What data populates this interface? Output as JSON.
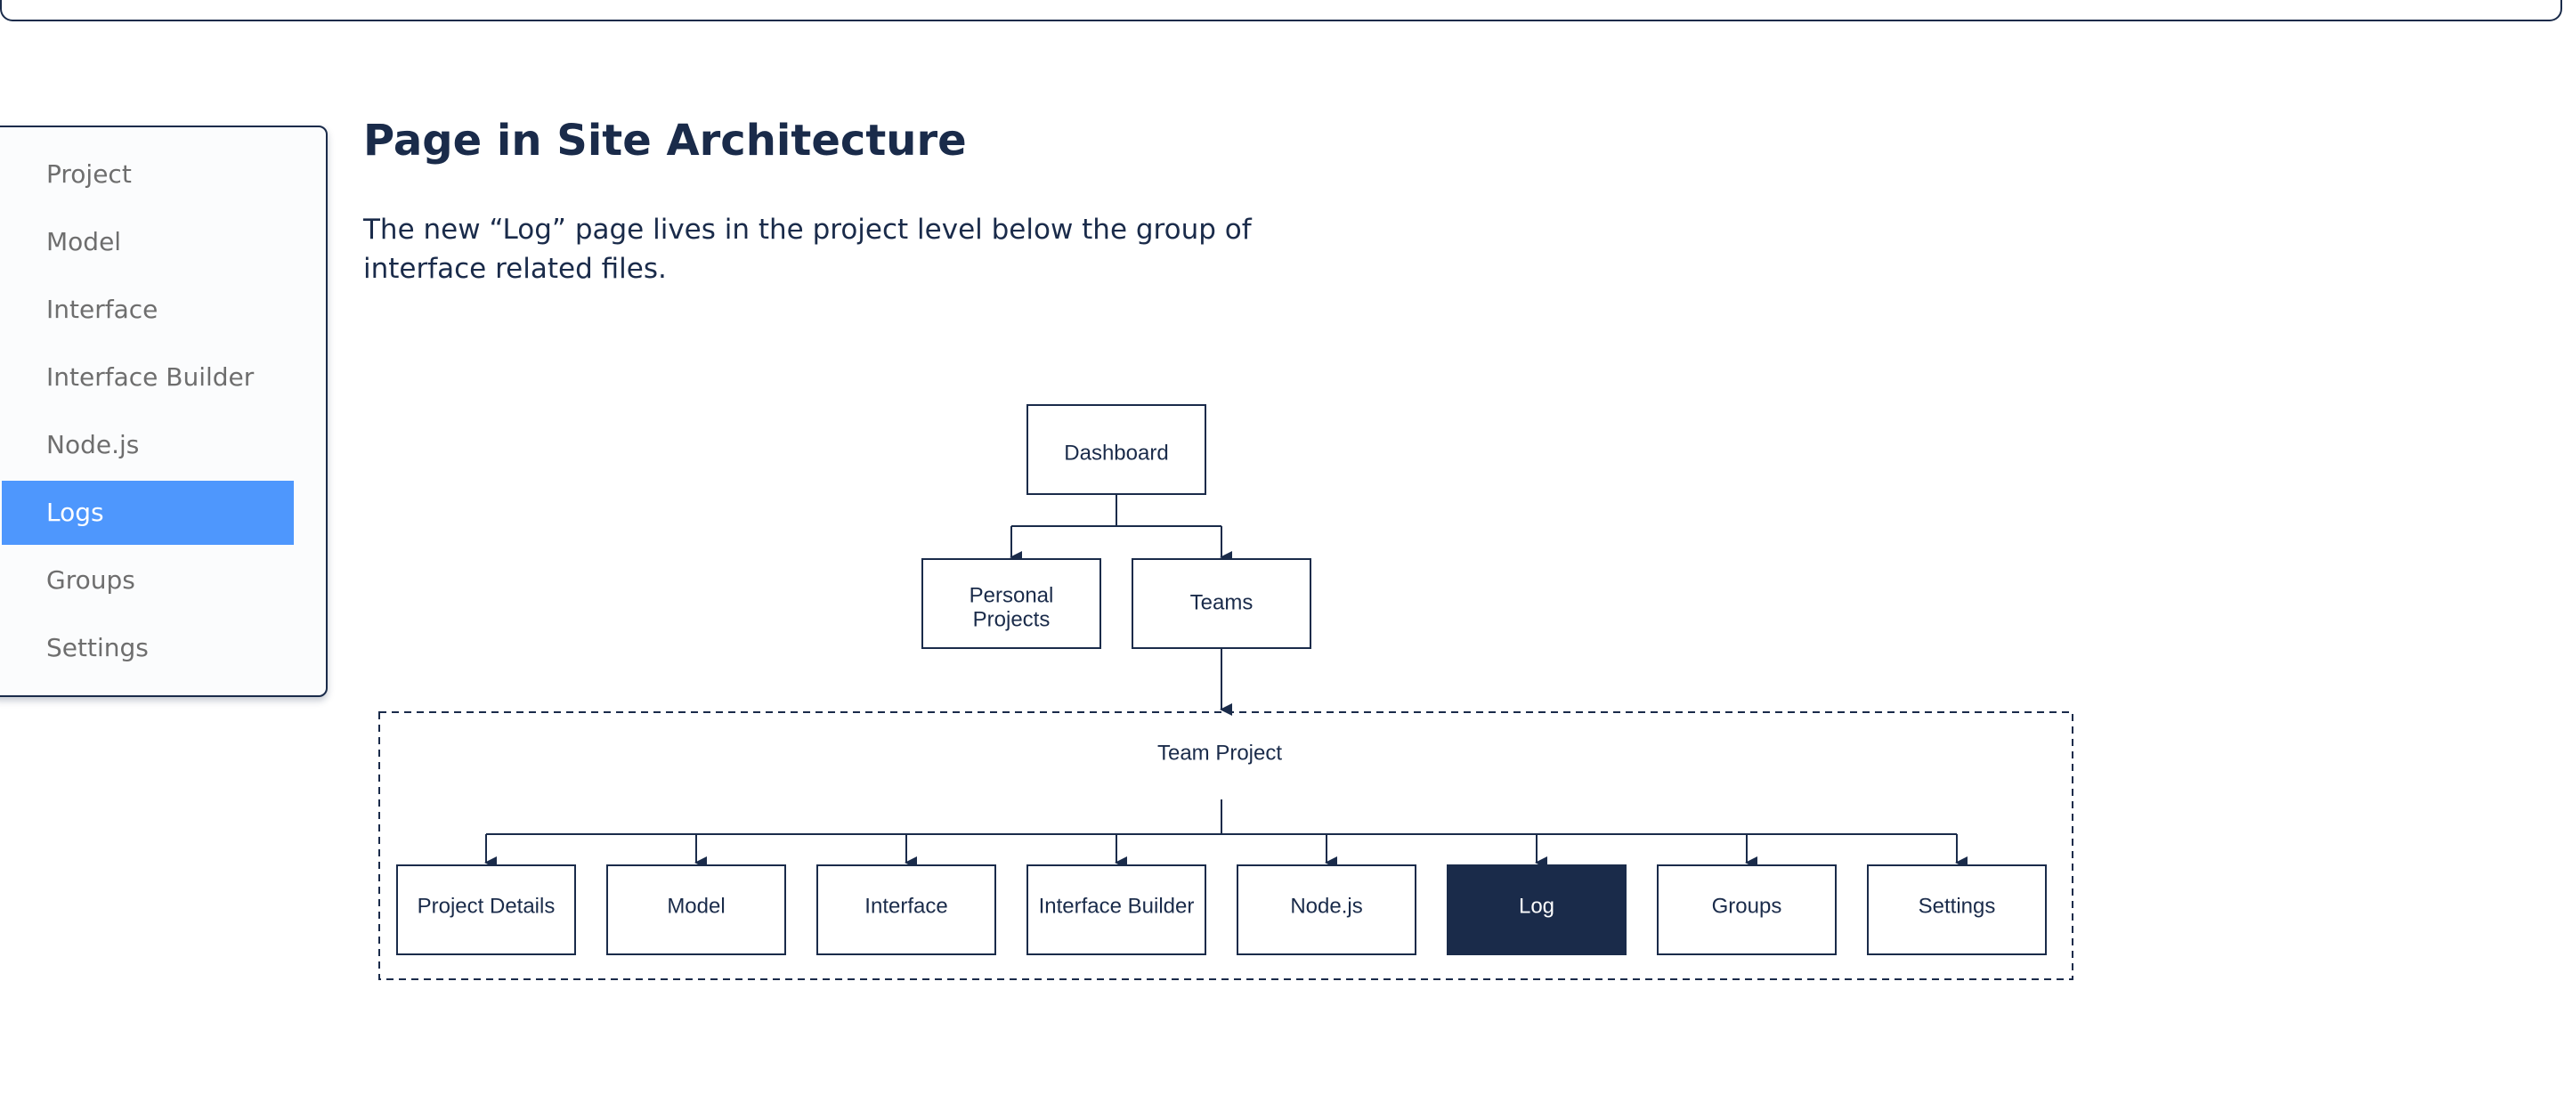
{
  "sidebar": {
    "items": [
      {
        "label": "Project",
        "active": false
      },
      {
        "label": "Model",
        "active": false
      },
      {
        "label": "Interface",
        "active": false
      },
      {
        "label": "Interface Builder",
        "active": false
      },
      {
        "label": "Node.js",
        "active": false
      },
      {
        "label": "Logs",
        "active": true
      },
      {
        "label": "Groups",
        "active": false
      },
      {
        "label": "Settings",
        "active": false
      }
    ]
  },
  "main": {
    "title": "Page in Site Architecture",
    "description": "The new “Log” page lives in the project level below the group of interface related files."
  },
  "diagram": {
    "root": {
      "label": "Dashboard"
    },
    "level2": [
      {
        "label_lines": [
          "Personal",
          "Projects"
        ]
      },
      {
        "label_lines": [
          "Teams"
        ]
      }
    ],
    "group": {
      "label": "Team Project"
    },
    "pages": [
      {
        "label": "Project Details",
        "highlight": false
      },
      {
        "label": "Model",
        "highlight": false
      },
      {
        "label": "Interface",
        "highlight": false
      },
      {
        "label": "Interface Builder",
        "highlight": false
      },
      {
        "label": "Node.js",
        "highlight": false
      },
      {
        "label": "Log",
        "highlight": true
      },
      {
        "label": "Groups",
        "highlight": false
      },
      {
        "label": "Settings",
        "highlight": false
      }
    ]
  },
  "colors": {
    "navy": "#1a2b4a",
    "accent_blue": "#4e97fd",
    "sidebar_text": "#6e6e6e",
    "sidebar_bg": "#fbfcfd"
  }
}
